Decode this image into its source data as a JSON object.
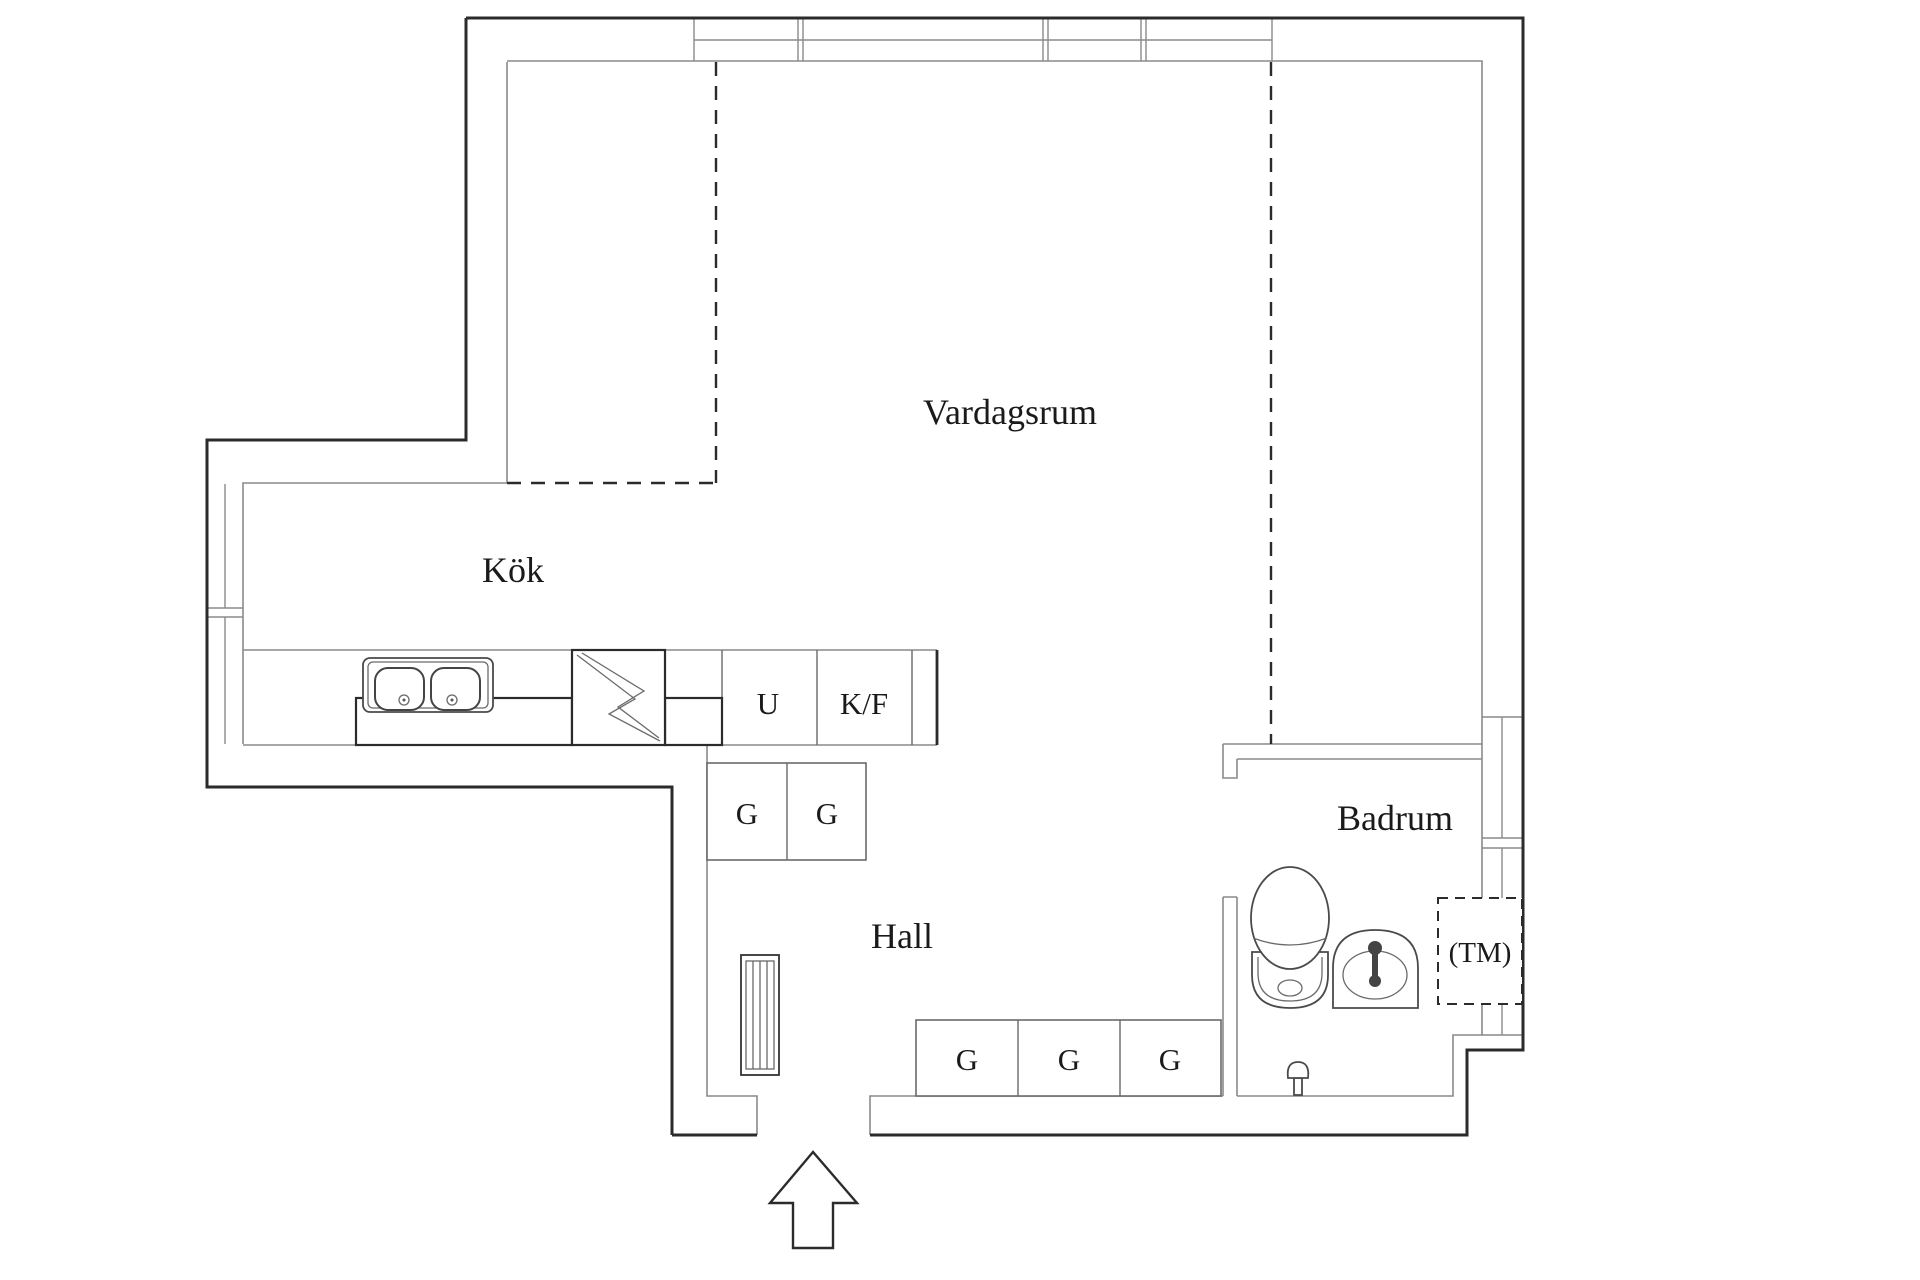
{
  "plan": {
    "rooms": {
      "living_room": "Vardagsrum",
      "kitchen": "Kök",
      "hall": "Hall",
      "bathroom": "Badrum"
    },
    "kitchen": {
      "counter_labels": {
        "oven": "U",
        "fridge_freezer": "K/F"
      },
      "cabinets": [
        "G",
        "G"
      ]
    },
    "hall": {
      "cabinets": [
        "G",
        "G",
        "G"
      ]
    },
    "bathroom": {
      "washing_machine_label": "(TM)"
    },
    "colors": {
      "background": "#ffffff",
      "wall": "#2b2b2b",
      "inner_line": "#8a8a8a",
      "fixture_line": "#4a4a4a",
      "text": "#1a1a1a"
    }
  }
}
